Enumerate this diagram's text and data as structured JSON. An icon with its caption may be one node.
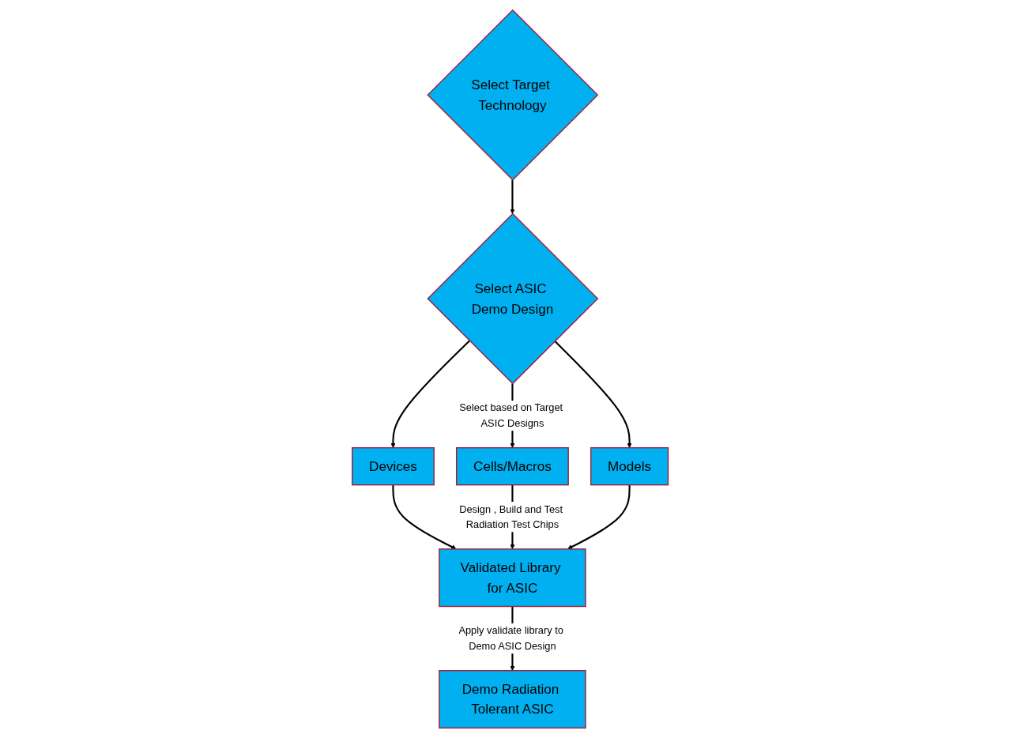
{
  "diagram": {
    "nodes": [
      {
        "text": [
          "Select Target Technology"
        ]
      },
      {
        "text": [
          "Select ASIC Demo Design"
        ]
      },
      {
        "text": [
          "Devices"
        ]
      },
      {
        "text": [
          "Cells/Macros"
        ]
      },
      {
        "text": [
          "Models"
        ]
      },
      {
        "text": [
          "Validated Library for ASIC"
        ]
      },
      {
        "text": [
          "Demo Radiation Tolerant ASIC"
        ]
      }
    ],
    "edges": [
      {
        "from": 0,
        "to": 1,
        "arrow": "to"
      },
      {
        "from": 1,
        "to": 2,
        "arrow": "to"
      },
      {
        "from": 1,
        "to": 3,
        "arrow": "to",
        "label": "Select based on Target ASIC Designs"
      },
      {
        "from": 1,
        "to": 4,
        "arrow": "to"
      },
      {
        "from": 2,
        "to": 5,
        "arrow": "to"
      },
      {
        "from": 3,
        "to": 5,
        "arrow": "to",
        "label": "Design , Build and Test Radiation Test Chips"
      },
      {
        "from": 4,
        "to": 5,
        "arrow": "to"
      },
      {
        "from": 5,
        "to": 6,
        "arrow": "to",
        "label": "Apply validate library to Demo ASIC Design"
      }
    ]
  }
}
